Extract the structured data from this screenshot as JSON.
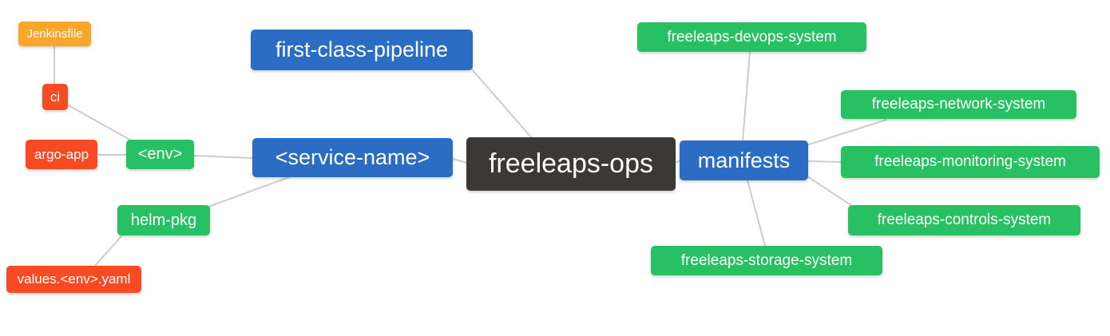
{
  "colors": {
    "node_blue": "#2b6cc4",
    "node_green": "#27c063",
    "node_red": "#f84b24",
    "node_orange": "#f9a62a",
    "node_dark": "#3b3836",
    "edge_gray": "#cccccc",
    "text": "#ffffff",
    "background": "#ffffff"
  },
  "mindmap": {
    "root": {
      "label": "freeleaps-ops"
    },
    "nodes": {
      "jenkinsfile": {
        "label": "Jenkinsfile",
        "color": "orange"
      },
      "ci": {
        "label": "ci",
        "color": "red"
      },
      "argo_app": {
        "label": "argo-app",
        "color": "red"
      },
      "env": {
        "label": "<env>",
        "color": "green"
      },
      "helm_pkg": {
        "label": "helm-pkg",
        "color": "green"
      },
      "values_yaml": {
        "label": "values.<env>.yaml",
        "color": "red"
      },
      "service_name": {
        "label": "<service-name>",
        "color": "blue"
      },
      "first_class_pipeline": {
        "label": "first-class-pipeline",
        "color": "blue"
      },
      "root": {
        "label": "freeleaps-ops",
        "color": "dark"
      },
      "manifests": {
        "label": "manifests",
        "color": "blue"
      },
      "devops_system": {
        "label": "freeleaps-devops-system",
        "color": "green"
      },
      "network_system": {
        "label": "freeleaps-network-system",
        "color": "green"
      },
      "monitoring_system": {
        "label": "freeleaps-monitoring-system",
        "color": "green"
      },
      "controls_system": {
        "label": "freeleaps-controls-system",
        "color": "green"
      },
      "storage_system": {
        "label": "freeleaps-storage-system",
        "color": "green"
      }
    },
    "edges": [
      {
        "from": "jenkinsfile",
        "to": "ci"
      },
      {
        "from": "ci",
        "to": "env"
      },
      {
        "from": "argo_app",
        "to": "env"
      },
      {
        "from": "env",
        "to": "service_name"
      },
      {
        "from": "helm_pkg",
        "to": "service_name"
      },
      {
        "from": "values_yaml",
        "to": "helm_pkg"
      },
      {
        "from": "service_name",
        "to": "root"
      },
      {
        "from": "first_class_pipeline",
        "to": "root"
      },
      {
        "from": "root",
        "to": "manifests"
      },
      {
        "from": "manifests",
        "to": "devops_system"
      },
      {
        "from": "manifests",
        "to": "network_system"
      },
      {
        "from": "manifests",
        "to": "monitoring_system"
      },
      {
        "from": "manifests",
        "to": "controls_system"
      },
      {
        "from": "manifests",
        "to": "storage_system"
      }
    ]
  }
}
